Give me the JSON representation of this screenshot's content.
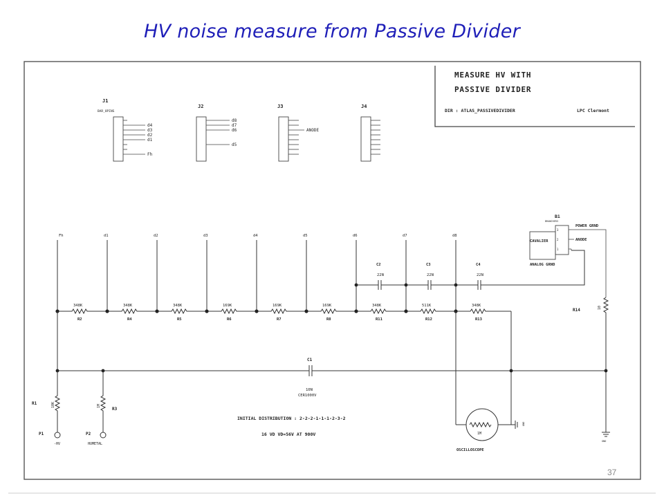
{
  "slide": {
    "title": "HV noise measure from Passive Divider",
    "page_number": "37"
  },
  "title_block": {
    "line1": "MEASURE HV WITH",
    "line2": "PASSIVE DIVIDER",
    "dir": "DIR : ATLAS_PASSIVEDIVIDER",
    "lab": "LPC Clermont"
  },
  "connectors": {
    "j1": {
      "ref": "J1",
      "part": "BAR_8PINS",
      "labels": [
        "d4",
        "d3",
        "d2",
        "d1",
        "Fh"
      ]
    },
    "j2": {
      "ref": "J2",
      "labels": [
        "d8",
        "d7",
        "d6",
        "d5"
      ]
    },
    "j3": {
      "ref": "J3",
      "label": "ANODE"
    },
    "j4": {
      "ref": "J4"
    }
  },
  "taps": [
    "Fh",
    "d1",
    "d2",
    "d3",
    "d4",
    "d5",
    "d6",
    "d7",
    "d8"
  ],
  "resistors": [
    {
      "ref": "R2",
      "value": "348K"
    },
    {
      "ref": "R4",
      "value": "348K"
    },
    {
      "ref": "R5",
      "value": "348K"
    },
    {
      "ref": "R6",
      "value": "169K"
    },
    {
      "ref": "R7",
      "value": "169K"
    },
    {
      "ref": "R8",
      "value": "169K"
    },
    {
      "ref": "R11",
      "value": "348K"
    },
    {
      "ref": "R12",
      "value": "511K"
    },
    {
      "ref": "R13",
      "value": "348K"
    }
  ],
  "capacitors": [
    {
      "ref": "C2",
      "value": "22N"
    },
    {
      "ref": "C3",
      "value": "22N"
    },
    {
      "ref": "C4",
      "value": "22N"
    }
  ],
  "c1": {
    "ref": "C1",
    "value": "10N",
    "type": "CER1000V"
  },
  "r1": {
    "ref": "R1",
    "value": "10K"
  },
  "r3": {
    "ref": "R3",
    "value": "1M"
  },
  "r14": {
    "ref": "R14",
    "value": "10"
  },
  "p1": {
    "ref": "P1",
    "label": "-HV"
  },
  "p2": {
    "ref": "P2",
    "label": "HUMETAL"
  },
  "b1": {
    "ref": "B1",
    "sub": "BRANCHER3",
    "cavalier": "CAVALIER",
    "power_gnd": "POWER GRND",
    "anode": "ANODE",
    "analog_gnd": "ANALOG GRND",
    "pins": [
      "3",
      "2",
      "1"
    ]
  },
  "scope": {
    "value": "1M",
    "label": "OSCILLOSCOPE"
  },
  "gnd_label": "GND",
  "notes": {
    "distribution": "INITIAL DISTRIBUTION : 2-2-2-1-1-1-2-3-2",
    "voltage": "16 VD    VD=56V AT 900V"
  }
}
